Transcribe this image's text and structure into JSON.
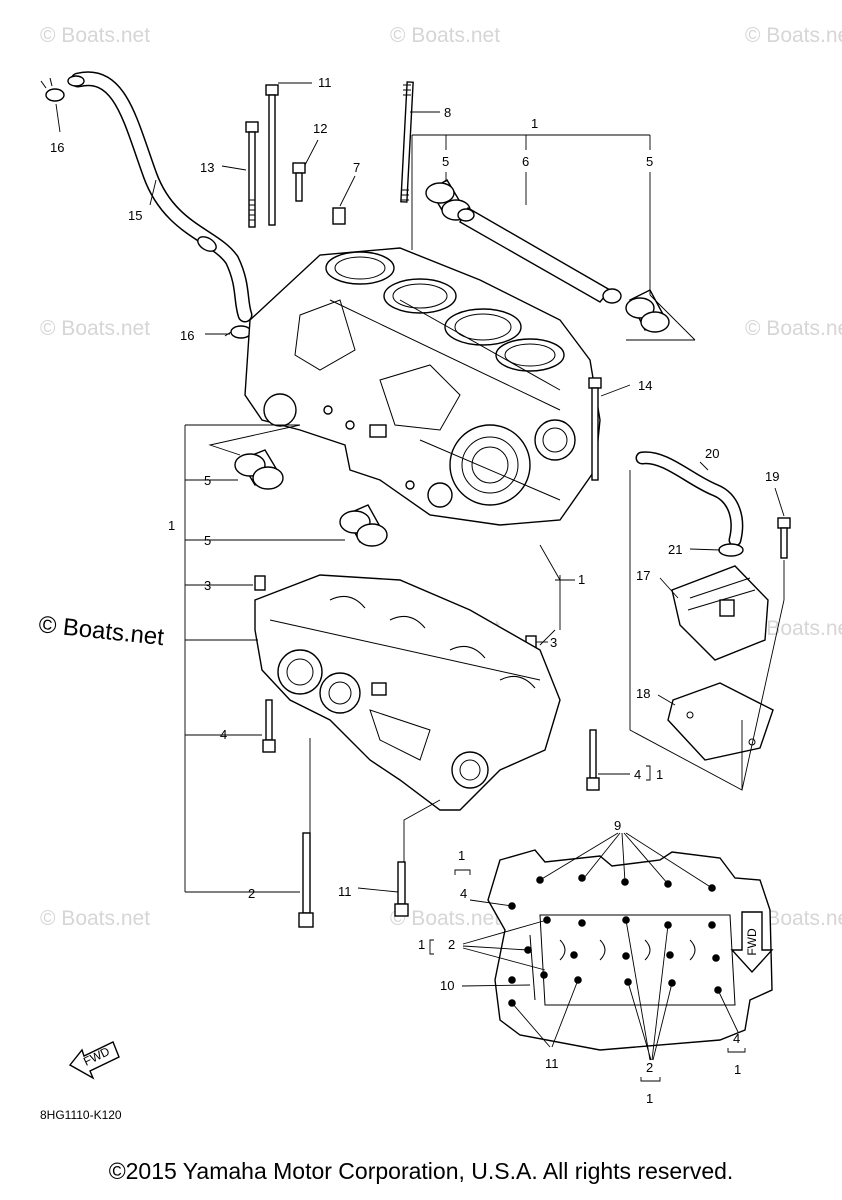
{
  "watermarks": {
    "small": "© Boats.net",
    "large": "© Boats.net"
  },
  "drawing_code": "8HG1110-K120",
  "fwd_tag": "FWD",
  "copyright": "©2015 Yamaha Motor Corporation, U.S.A. All rights reserved.",
  "callouts": {
    "c1": "1",
    "c2": "2",
    "c3": "3",
    "c4": "4",
    "c5": "5",
    "c6": "6",
    "c7": "7",
    "c8": "8",
    "c9": "9",
    "c10": "10",
    "c11": "11",
    "c12": "12",
    "c13": "13",
    "c14": "14",
    "c15": "15",
    "c16": "16",
    "c17": "17",
    "c18": "18",
    "c19": "19",
    "c20": "20",
    "c21": "21"
  }
}
